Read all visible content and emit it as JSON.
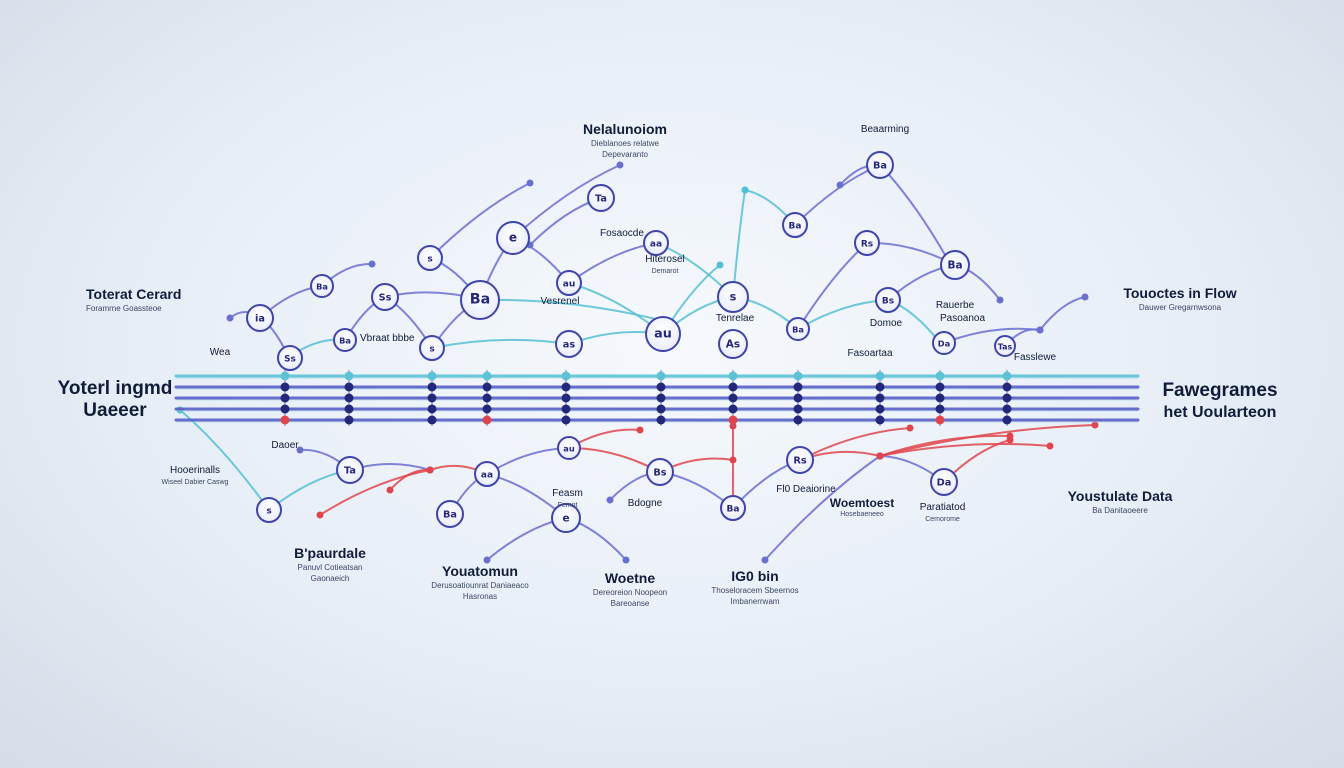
{
  "colors": {
    "background": "#eaf0f7",
    "bus_cyan": "#5cc3d6",
    "bus_indigo": "#5a5fc8",
    "link_indigo": "#6b6fd0",
    "link_cyan": "#55c0d4",
    "link_red": "#e0454e",
    "node_outline": "#3f45a8",
    "node_dark": "#23287a"
  },
  "labels": {
    "top_center": {
      "title": "Nelalunoiom",
      "sub1": "Dieblanoes relatwe",
      "sub2": "Depevaranto"
    },
    "top_right": {
      "title": "Beaarming"
    },
    "left_upper": {
      "title": "Toterat Cerard",
      "sub1": "Foramrne Goassteoe"
    },
    "left_main": {
      "title": "Yoterl ingmd",
      "sub1": "Uaeeer"
    },
    "left_small": {
      "title": "Wea"
    },
    "left_lower": {
      "title": "Hooerinalls",
      "sub1": "Wiseel Dabier Caswg"
    },
    "right_upper": {
      "title": "Touoctes in Flow",
      "sub1": "Dauwer Gregarnwsona"
    },
    "right_main": {
      "title": "Fawegrames",
      "sub1": "het Uoularteon"
    },
    "right_lower": {
      "title": "Youstulate Data",
      "sub1": "Ba Danitaoeere"
    },
    "bottom_1": {
      "title": "B'paurdale",
      "sub1": "Panuvl Cotieatsan",
      "sub2": "Gaonaeich"
    },
    "bottom_2": {
      "title": "Youatomun",
      "sub1": "Derusoatiounrat Daniaeaco",
      "sub2": "Hasronas"
    },
    "bottom_3": {
      "title": "Woetne",
      "sub1": "Dereoreion Noopeon",
      "sub2": "Bareoanse"
    },
    "bottom_4": {
      "title": "IG0 bin",
      "sub1": "Thoseloracem Sbeernos",
      "sub2": "Imbanerrwam"
    },
    "mid_right": {
      "title": "Woemtoest",
      "sub1": "Hosebaeneeo"
    },
    "mid_right2": {
      "title": "Paratiatod",
      "sub1": "Cemorome"
    },
    "tiny_1": {
      "title": "Hiterosel",
      "sub1": "Demarot"
    },
    "tiny_2": {
      "title": "Vesrenel"
    },
    "tiny_3": {
      "title": "Tenrelae"
    },
    "tiny_4": {
      "title": "Fasoartaa"
    },
    "tiny_5": {
      "title": "Fasslewe"
    },
    "tiny_6": {
      "title": "Daoer"
    },
    "tiny_7": {
      "title": "Pasoanoa"
    },
    "tiny_8": {
      "title": "Fl0 Deaiorine"
    },
    "tiny_9": {
      "title": "Domoe"
    },
    "tiny_10": {
      "title": "Feasm",
      "sub1": "Femnt"
    },
    "tiny_11": {
      "title": "Bdogne"
    },
    "tiny_12": {
      "title": "Vbraat bbbe"
    },
    "tiny_13": {
      "title": "Fosaocde"
    },
    "tiny_14": {
      "title": "Rauerbe"
    }
  },
  "node_glyphs": {
    "n_a": "Ta",
    "n_b": "e",
    "n_c": "s",
    "n_d": "Ba",
    "n_e": "Ss",
    "n_f": "Ba",
    "n_g": "au",
    "n_h": "aa",
    "n_i": "s",
    "n_j": "Ba",
    "n_k": "Rs",
    "n_l": "Ba",
    "n_m": "Ba",
    "n_n": "Bs",
    "n_o": "Da",
    "n_p": "Tas",
    "n_q": "au",
    "n_r": "Ba",
    "n_s": "as",
    "n_t": "As",
    "n_u": "ia"
  }
}
